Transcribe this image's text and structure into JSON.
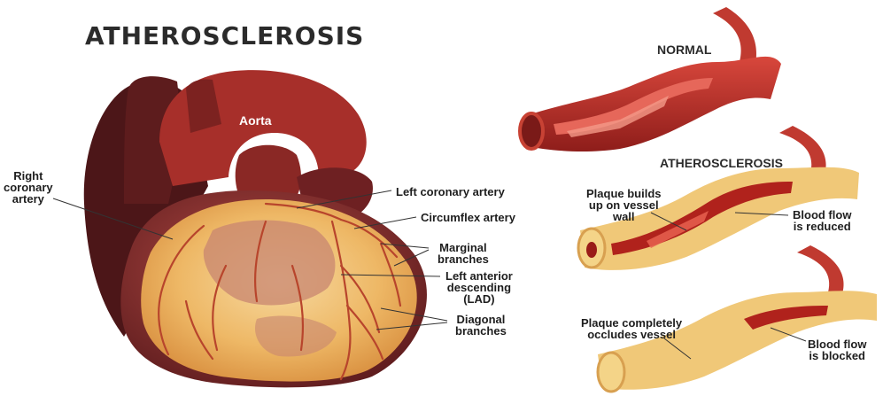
{
  "title": "ATHEROSCLEROSIS",
  "heart": {
    "aorta": "Aorta",
    "right_coronary_artery": [
      "Right",
      "coronary",
      "artery"
    ],
    "left_coronary_artery": "Left coronary artery",
    "circumflex_artery": "Circumflex artery",
    "marginal_branches": [
      "Marginal",
      "branches"
    ],
    "lad": [
      "Left anterior",
      "descending",
      "(LAD)"
    ],
    "diagonal_branches": [
      "Diagonal",
      "branches"
    ]
  },
  "vessels": {
    "normal": {
      "title": "NORMAL"
    },
    "atherosclerosis": {
      "title": "ATHEROSCLEROSIS",
      "plaque": [
        "Plaque builds",
        "up on vessel",
        "wall"
      ],
      "flow": [
        "Blood flow",
        "is reduced"
      ]
    },
    "occluded": {
      "plaque": [
        "Plaque completely",
        "occludes vessel"
      ],
      "flow": [
        "Blood flow",
        "is blocked"
      ]
    }
  },
  "colors": {
    "heart_dark": "#5e1c1e",
    "heart_red": "#9c2a28",
    "fat_yellow": "#f0c070",
    "artery_red": "#c8302a",
    "plaque": "#f4d488"
  }
}
